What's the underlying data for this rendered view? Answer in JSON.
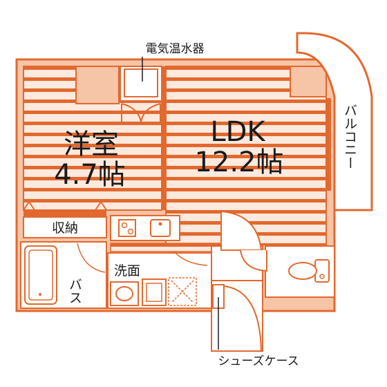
{
  "colors": {
    "wall": "#e2682e",
    "fill": "#f6c4a6",
    "floor": "#fde9dd",
    "text": "#1a1a1a"
  },
  "labels": {
    "water_heater": "電気温水器",
    "western_room_name": "洋室",
    "western_room_size": "4.7帖",
    "ldk_name": "LDK",
    "ldk_size": "12.2帖",
    "balcony": "バルコニー",
    "storage": "収納",
    "bath": "バス",
    "washroom": "洗面",
    "shoe_case": "シューズケース"
  },
  "icons": [
    "sink-icon",
    "stove-icon",
    "bathtub-icon",
    "toilet-icon",
    "washbasin-icon",
    "washing-machine-pan-icon",
    "door-swing-icon"
  ]
}
